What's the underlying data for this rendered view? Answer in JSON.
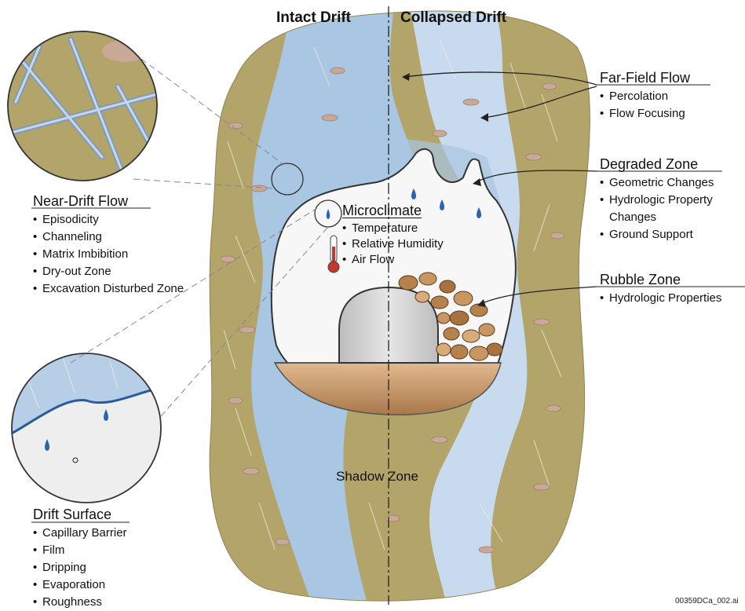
{
  "headers": {
    "intact": "Intact Drift",
    "collapsed": "Collapsed Drift"
  },
  "near_drift_flow": {
    "title": "Near-Drift Flow",
    "items": [
      "Episodicity",
      "Channeling",
      "Matrix Imbibition",
      "Dry-out Zone",
      "Excavation Disturbed Zone"
    ]
  },
  "drift_surface": {
    "title": "Drift Surface",
    "items": [
      "Capillary Barrier",
      "Film",
      "Dripping",
      "Evaporation",
      "Roughness"
    ]
  },
  "far_field_flow": {
    "title": "Far-Field Flow",
    "items": [
      "Percolation",
      "Flow Focusing"
    ]
  },
  "degraded_zone": {
    "title": "Degraded Zone",
    "items": [
      "Geometric Changes",
      "Hydrologic Property Changes",
      "Ground Support"
    ]
  },
  "rubble_zone": {
    "title": "Rubble Zone",
    "items": [
      "Hydrologic Properties"
    ]
  },
  "microclimate": {
    "title": "Microclimate",
    "items": [
      "Temperature",
      "Relative Humidity",
      "Air Flow"
    ]
  },
  "shadow_zone": "Shadow Zone",
  "file_id": "00359DCa_002.ai",
  "colors": {
    "rock": "#b3a46a",
    "water": "#a9c6e3",
    "cavity": "#f7f7f7",
    "floor": "#c99a6c",
    "canister": "#d2d2d2"
  }
}
